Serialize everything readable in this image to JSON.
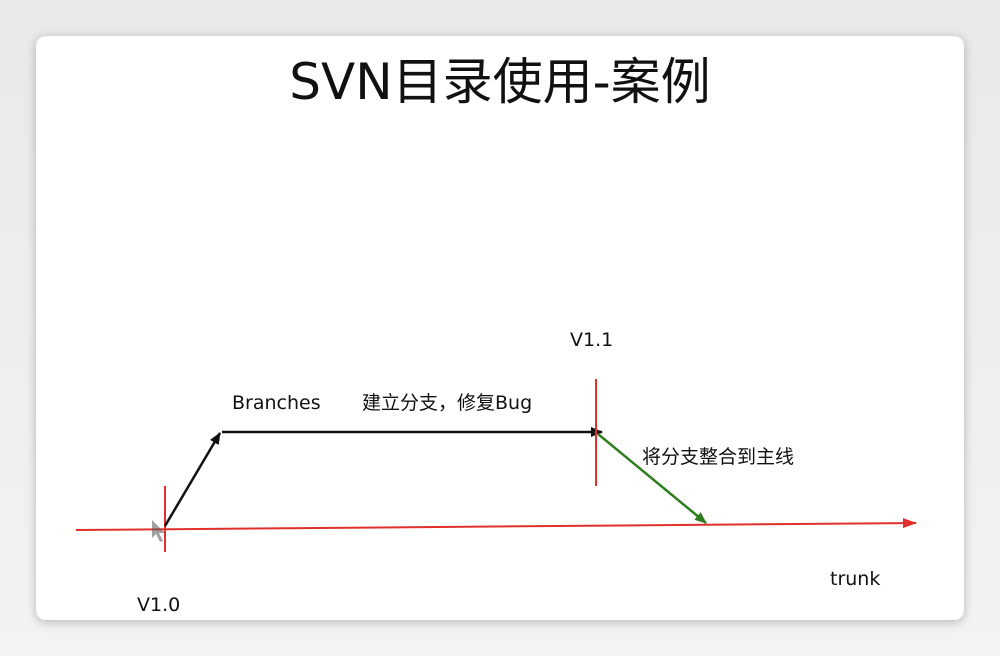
{
  "slide": {
    "title": "SVN目录使用-案例"
  },
  "diagram": {
    "labels": {
      "version_start": "V1.0",
      "version_fix": "V1.1",
      "branch_name": "Branches",
      "branch_desc": "建立分支，修复Bug",
      "merge_desc": "将分支整合到主线",
      "trunk": "trunk"
    },
    "colors": {
      "trunk": "#e0302b",
      "branch": "#111111",
      "merge": "#2e7d1f",
      "version_marker": "#e0302b"
    }
  }
}
